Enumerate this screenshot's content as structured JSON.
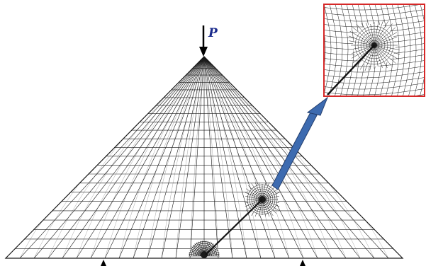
{
  "load": {
    "label": "P",
    "color": "#1a2a8c"
  },
  "colors": {
    "mesh": "#1a1a1a",
    "crack": "#111111",
    "callout_arrow": "#3d6bb0",
    "callout_arrow_edge": "#243f6e",
    "inset_frame": "#d62828",
    "support": "#000000"
  },
  "mesh": {
    "subdivisions_along_base": 28,
    "subdivisions_to_apex": 24
  }
}
